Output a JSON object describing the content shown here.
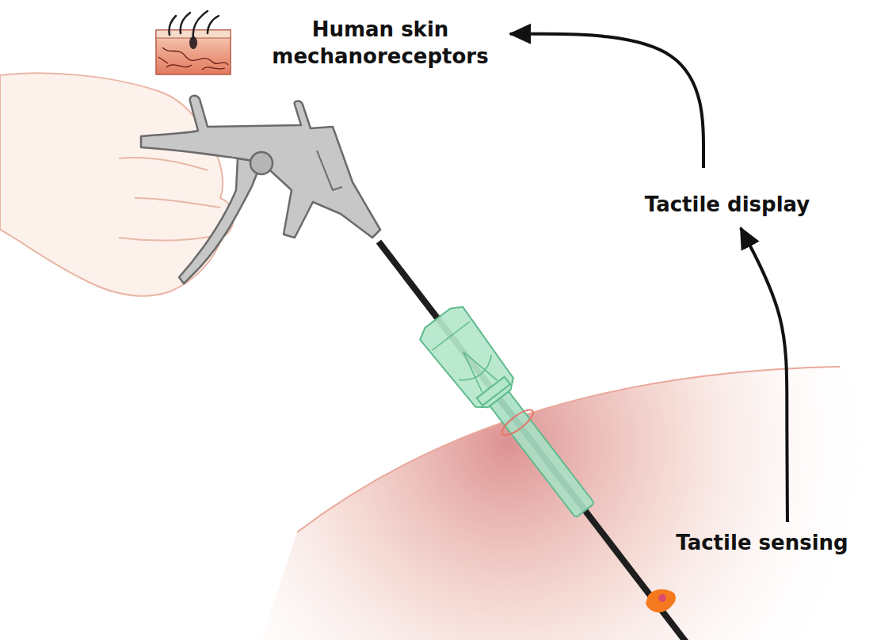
{
  "diagram": {
    "nodes": [
      {
        "text": [
          "Human skin mechanoreceptors"
        ]
      },
      {
        "text": [
          "Tactile display"
        ]
      },
      {
        "text": [
          "Tactile sensing"
        ]
      }
    ],
    "edges": [
      {
        "from": 2,
        "to": 1,
        "arrow": "to"
      },
      {
        "from": 1,
        "to": 0,
        "arrow": "to"
      }
    ]
  }
}
